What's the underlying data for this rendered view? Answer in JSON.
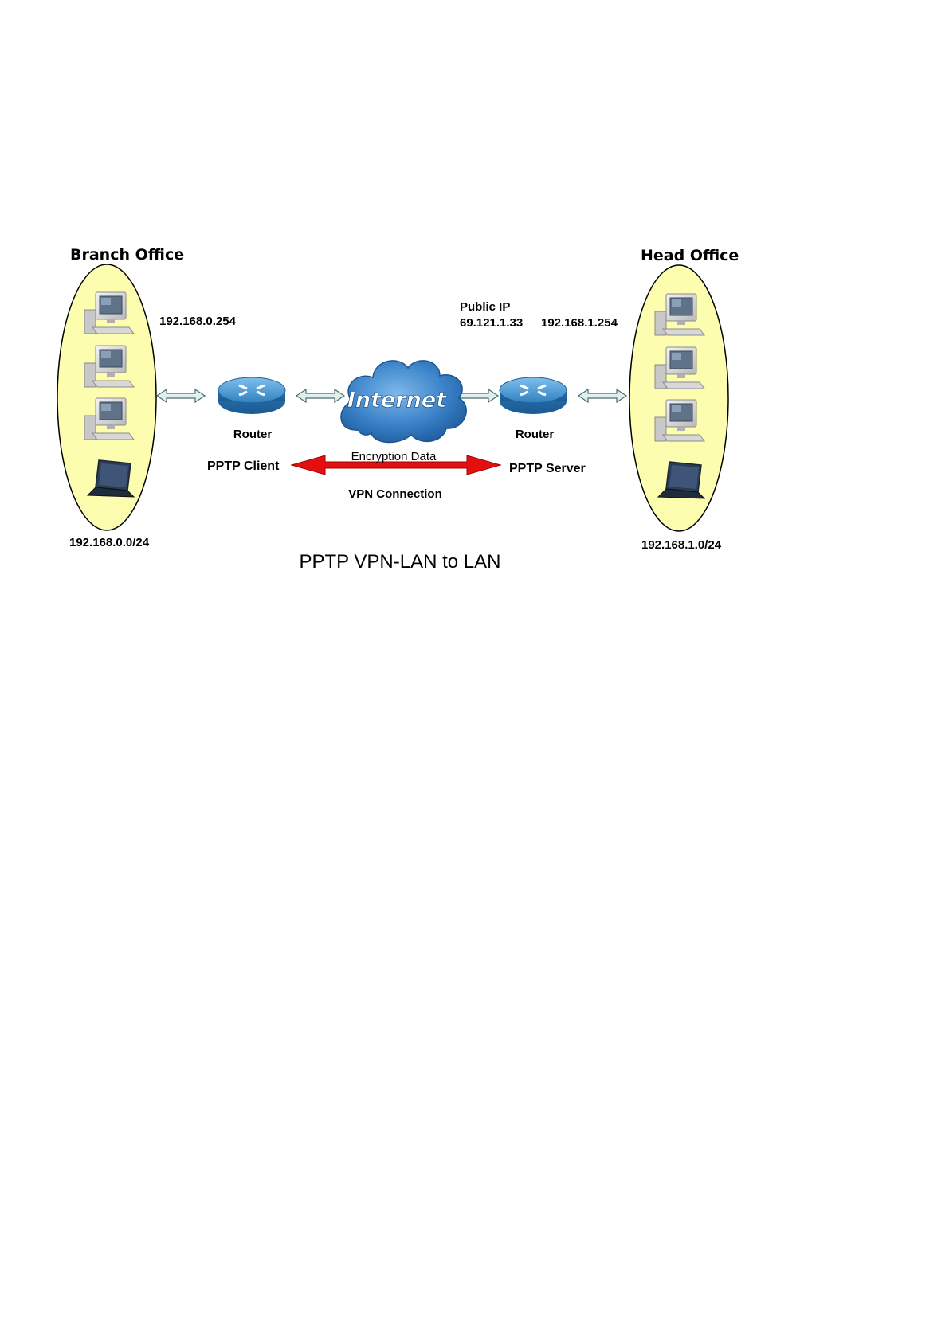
{
  "diagram": {
    "caption": "PPTP VPN-LAN to LAN",
    "branch": {
      "title": "Branch Office",
      "subnet": "192.168.0.0/24",
      "lan_ip": "192.168.0.254",
      "router_label": "Router",
      "role": "PPTP Client"
    },
    "head": {
      "title": "Head Office",
      "subnet": "192.168.1.0/24",
      "lan_ip": "192.168.1.254",
      "public_ip_label": "Public IP",
      "public_ip": "69.121.1.33",
      "router_label": "Router",
      "role": "PPTP Server"
    },
    "internet_label": "Internet",
    "tunnel": {
      "top_label": "Encryption Data",
      "bottom_label": "VPN Connection"
    }
  },
  "colors": {
    "office_fill": "#fdfdb0",
    "router_blue": "#3b86c4",
    "cloud_blue": "#2f73bb",
    "tunnel_red": "#e41010",
    "link_fill": "#dff0ee"
  }
}
